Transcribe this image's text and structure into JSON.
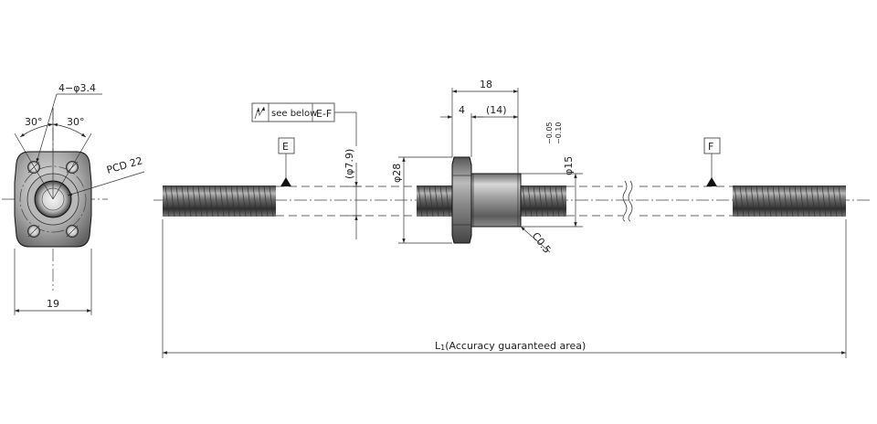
{
  "end_view": {
    "hole_callout": "4−φ3.4",
    "angle_left": "30°",
    "angle_right": "30°",
    "pcd": "PCD 22",
    "width_dim": "19"
  },
  "shaft": {
    "datum_e": "E",
    "datum_f": "F",
    "runout_note": "see below",
    "runout_ref": "E-F",
    "root_dia": "(φ7.9)",
    "flange_dia": "φ28",
    "body_dia_base": "φ15",
    "tol_upper": "−0.05",
    "tol_lower": "−0.10",
    "len_total": "18",
    "len_flange": "4",
    "len_body": "(14)",
    "chamfer": "C0.5",
    "l1_symbol": "L",
    "l1_subscript": "1",
    "l1_text": "(Accuracy guaranteed area)"
  }
}
